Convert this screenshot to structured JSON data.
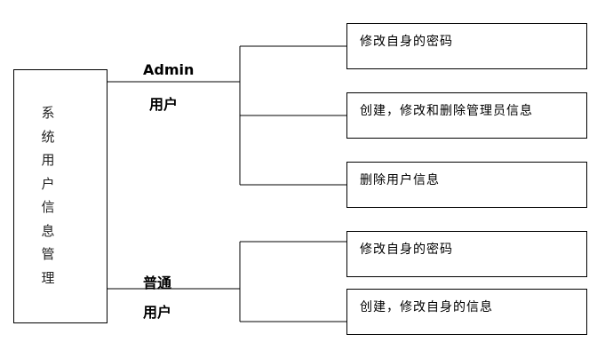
{
  "root": {
    "label": "系统用户信息管理"
  },
  "groups": [
    {
      "label_line1": "Admin",
      "label_line2": "用户",
      "items": [
        "修改自身的密码",
        "创建，修改和删除管理员信息",
        "删除用户信息"
      ]
    },
    {
      "label_line1": "普通",
      "label_line2": "用户",
      "items": [
        "修改自身的密码",
        "创建，修改自身的信息"
      ]
    }
  ]
}
